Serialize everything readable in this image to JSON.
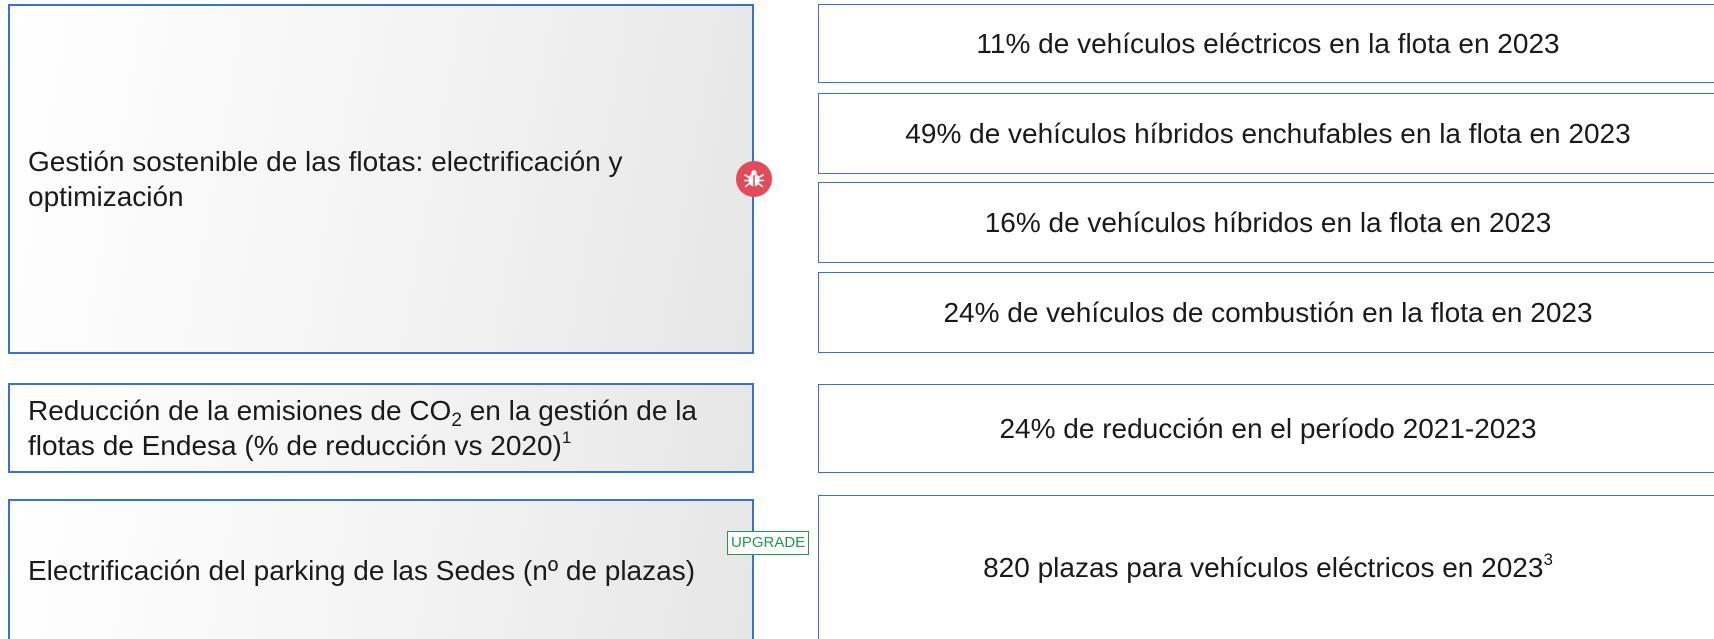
{
  "left_items": [
    {
      "text": "Gestión sostenible de las flotas: electrificación y optimización"
    },
    {
      "text_before": "Reducción de la emisiones de CO",
      "sub": "2",
      "text_after": " en la gestión de la flotas de Endesa (% de reducción vs 2020)",
      "sup": "1"
    },
    {
      "text": "Electrificación del parking de las Sedes (nº de plazas)"
    }
  ],
  "right_items": [
    {
      "text": "11% de vehículos eléctricos en la flota en 2023"
    },
    {
      "text": "49% de vehículos híbridos enchufables en la flota en 2023"
    },
    {
      "text": "16% de vehículos híbridos en la flota en 2023"
    },
    {
      "text": "24% de vehículos de combustión en la flota en 2023"
    },
    {
      "text": "24% de reducción en el período 2021-2023"
    },
    {
      "text": "820 plazas para vehículos eléctricos en 2023",
      "sup": "3"
    }
  ],
  "overlays": {
    "upgrade_label": "UPGRADE",
    "bug_icon": "bug-icon"
  },
  "colors": {
    "border_blue": "#3b6fd6",
    "badge_red": "#e24b5b",
    "upgrade_green": "#1e9b4a"
  }
}
